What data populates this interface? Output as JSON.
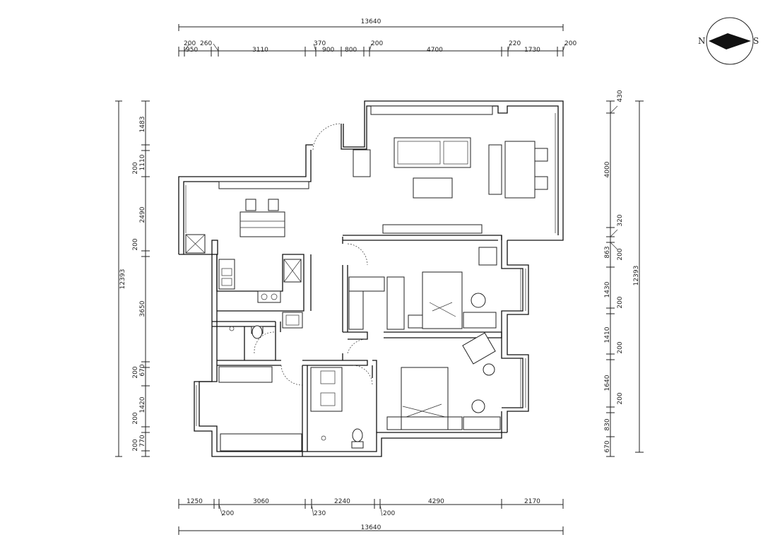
{
  "compass": {
    "left_label": "N",
    "right_label": "S"
  },
  "dims": {
    "top_total": "13640",
    "top_segments": [
      "200",
      "950",
      "260",
      "3110",
      "370",
      "900",
      "800",
      "200",
      "4700",
      "220",
      "1730",
      "200"
    ],
    "bottom_segments": [
      "1250",
      "200",
      "3060",
      "230",
      "2240",
      "200",
      "4290",
      "2170"
    ],
    "bottom_total": "13640",
    "left_total": "12393",
    "left_segments": [
      "1483",
      "200",
      "1110",
      "2490",
      "200",
      "3650",
      "200",
      "670",
      "1420",
      "200",
      "770",
      "200"
    ],
    "right_total": "12393",
    "right_segments": [
      "430",
      "4000",
      "320",
      "200",
      "863",
      "1430",
      "200",
      "1410",
      "200",
      "1640",
      "200",
      "830",
      "670"
    ]
  }
}
